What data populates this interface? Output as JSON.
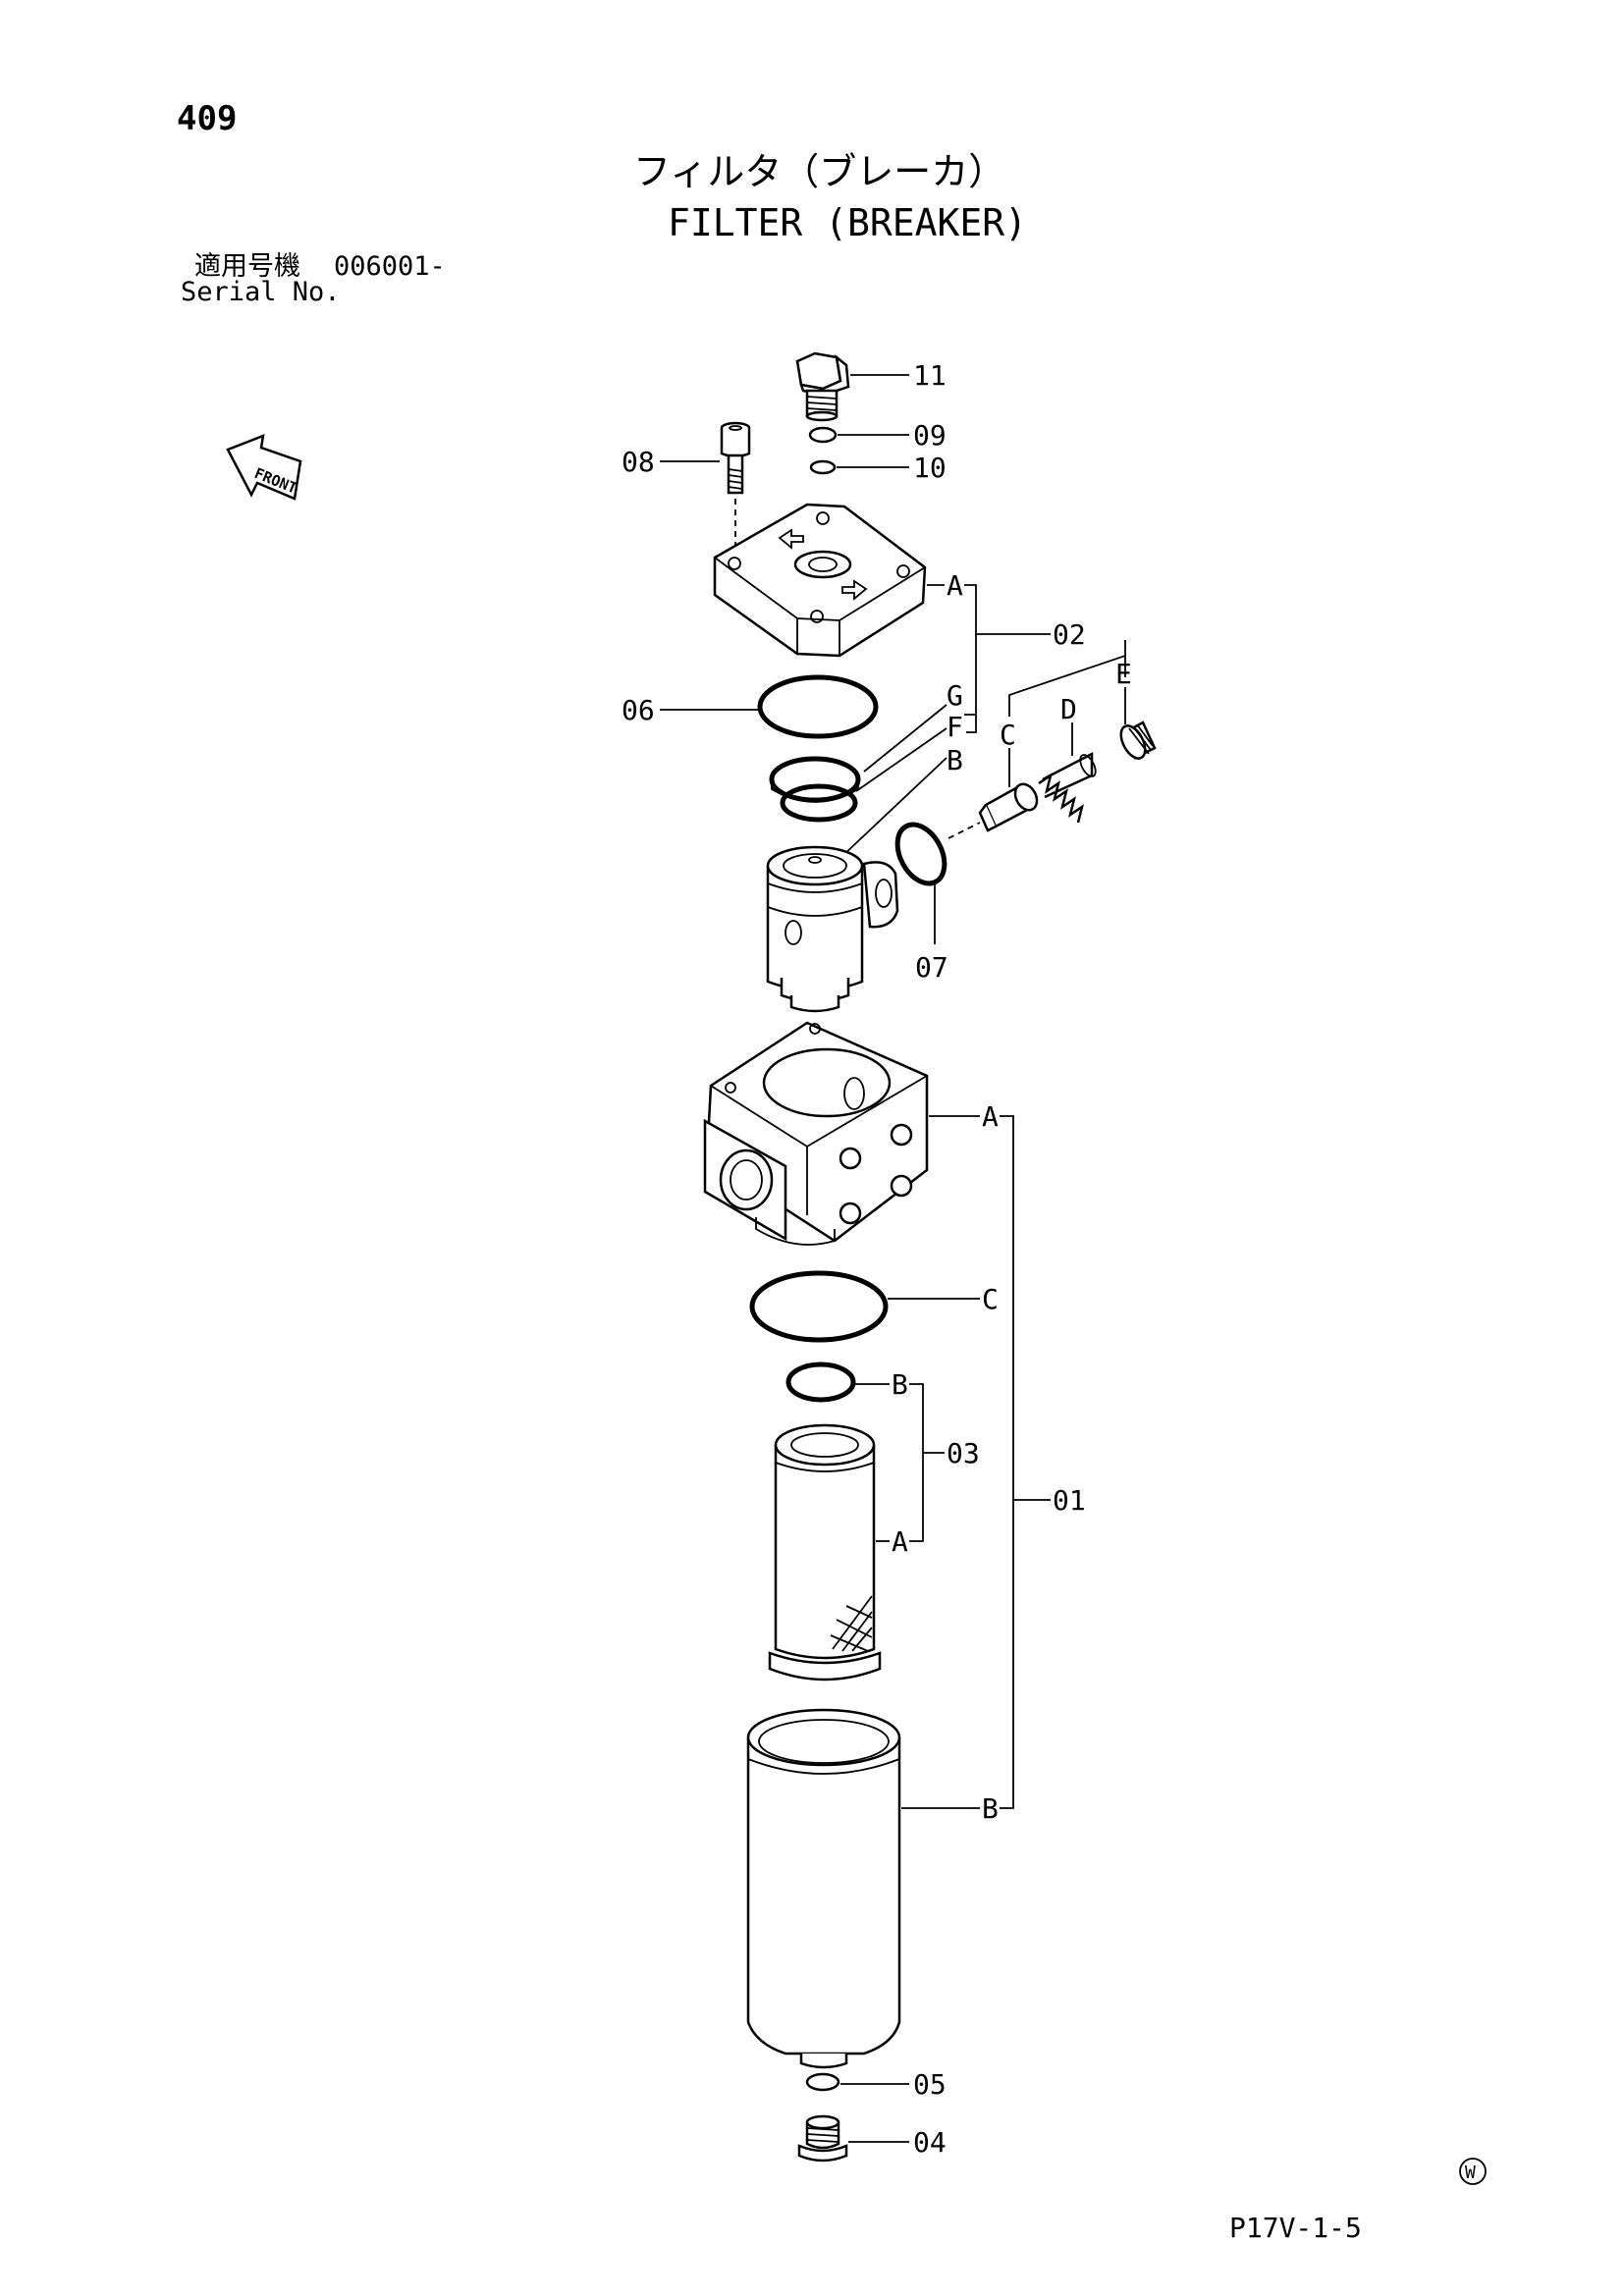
{
  "header": {
    "page_number": "409",
    "title_jp": "フィルタ（ブレーカ）",
    "title_en": "FILTER (BREAKER)",
    "serial_label_jp": "適用号機",
    "serial_value": "006001-",
    "serial_label_en": "Serial No."
  },
  "diagram": {
    "front_label": "FRONT",
    "callouts": {
      "p11": "11",
      "p09": "09",
      "p10": "10",
      "p08": "08",
      "p02_a": "A",
      "p02": "02",
      "p02_e": "E",
      "p02_d": "D",
      "p02_c": "C",
      "p02_g": "G",
      "p02_f": "F",
      "p02_b": "B",
      "p06": "06",
      "p07": "07",
      "p01_a": "A",
      "p01_c": "C",
      "p03_b": "B",
      "p03": "03",
      "p03_a": "A",
      "p01": "01",
      "p01_b": "B",
      "p05": "05",
      "p04": "04"
    },
    "w_mark": "W"
  },
  "footer": {
    "page_code": "P17V-1-5"
  }
}
